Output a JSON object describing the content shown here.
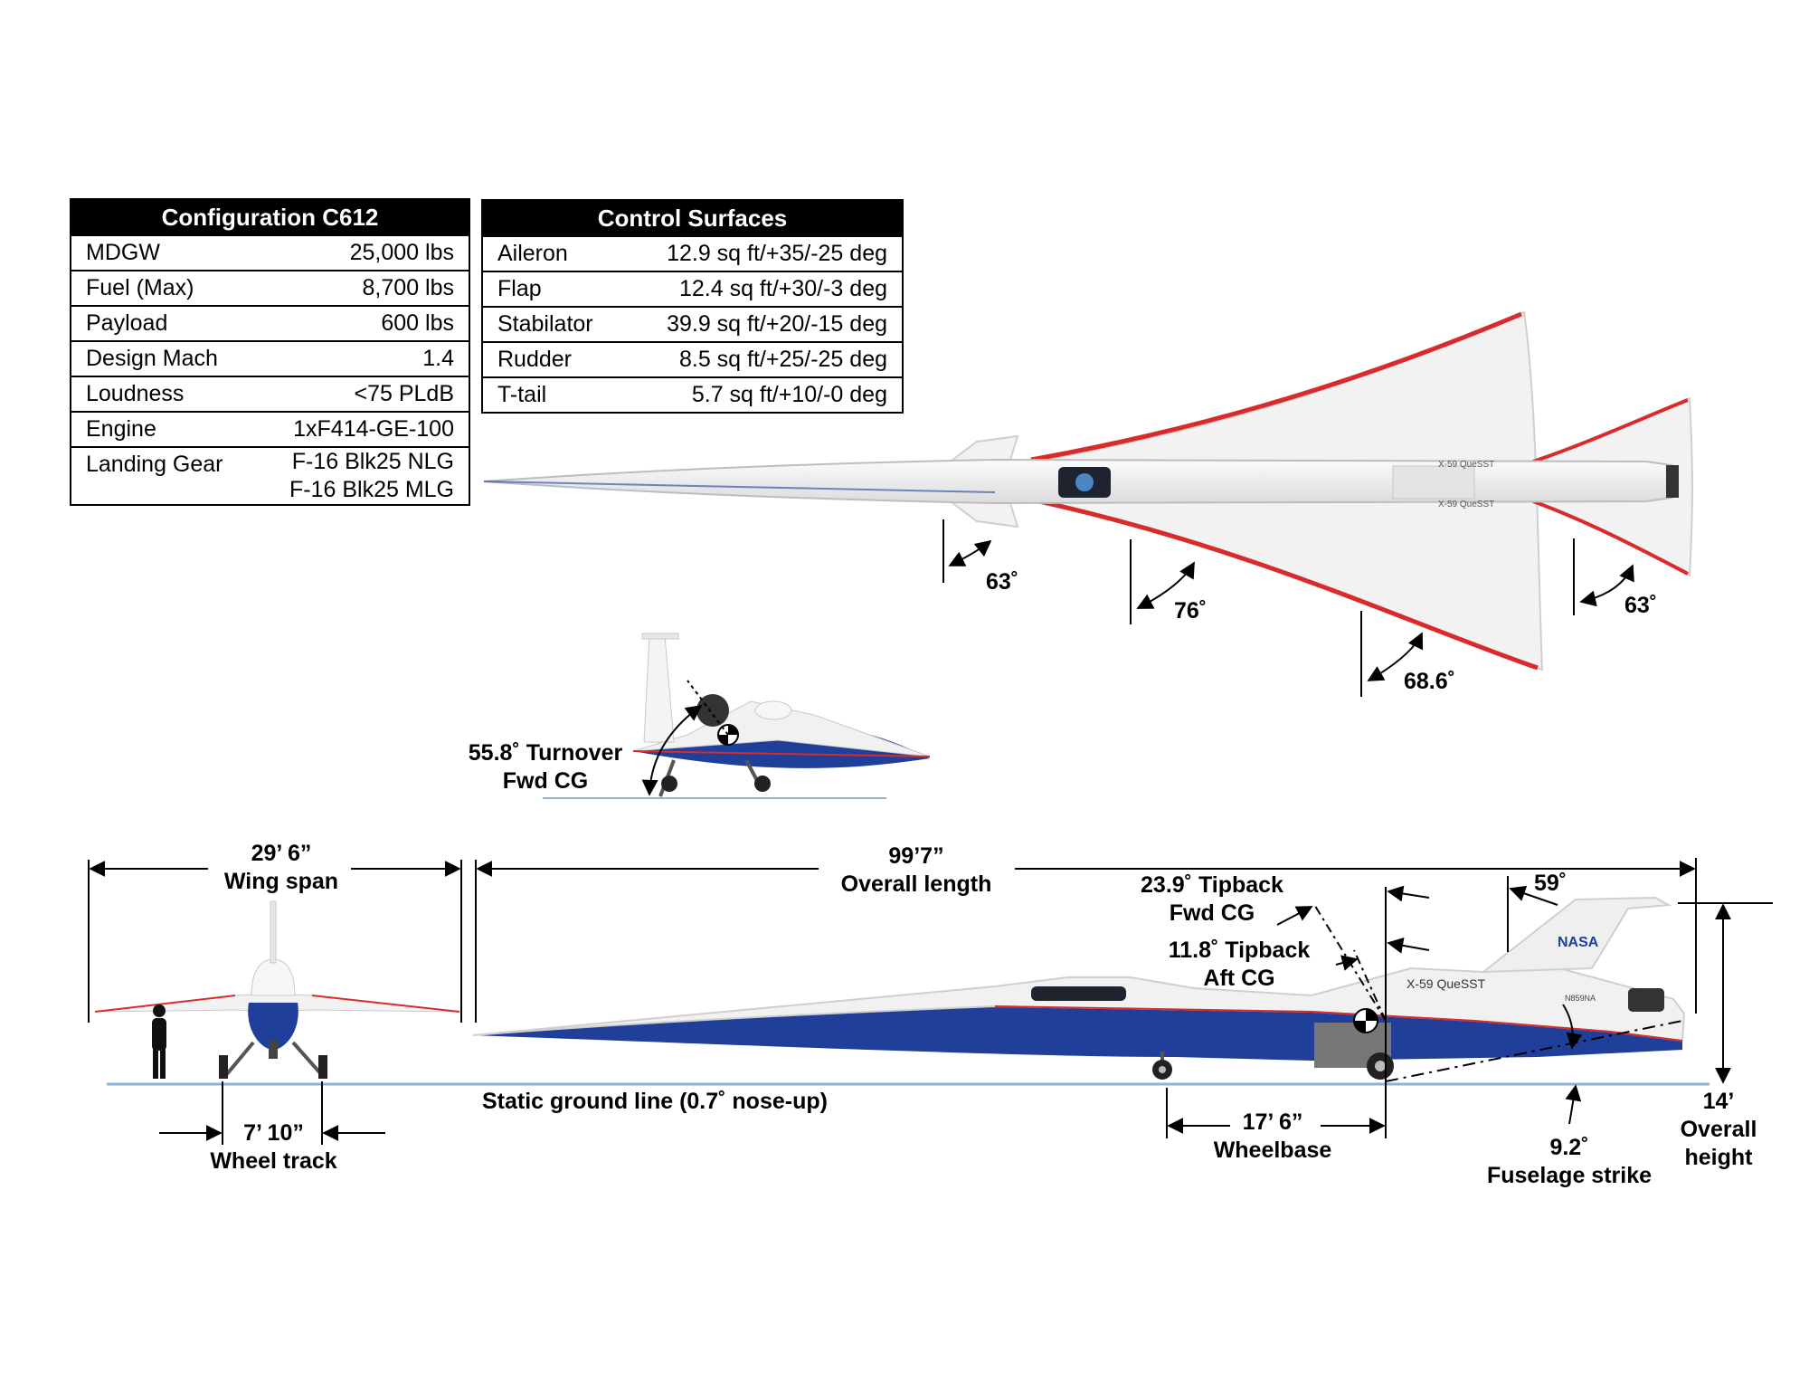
{
  "config_table": {
    "title": "Configuration C612",
    "rows": [
      {
        "label": "MDGW",
        "value": "25,000 lbs"
      },
      {
        "label": "Fuel (Max)",
        "value": "8,700 lbs"
      },
      {
        "label": "Payload",
        "value": "600 lbs"
      },
      {
        "label": "Design Mach",
        "value": "1.4"
      },
      {
        "label": "Loudness",
        "value": "<75 PLdB"
      },
      {
        "label": "Engine",
        "value": "1xF414-GE-100"
      }
    ],
    "gear_label": "Landing Gear",
    "gear_values": [
      "F-16 Blk25 NLG",
      "F-16 Blk25 MLG"
    ]
  },
  "control_table": {
    "title": "Control Surfaces",
    "rows": [
      {
        "label": "Aileron",
        "value": "12.9 sq ft/+35/-25 deg"
      },
      {
        "label": "Flap",
        "value": "12.4 sq ft/+30/-3 deg"
      },
      {
        "label": "Stabilator",
        "value": "39.9 sq ft/+20/-15 deg"
      },
      {
        "label": "Rudder",
        "value": "8.5 sq ft/+25/-25 deg"
      },
      {
        "label": "T-tail",
        "value": "5.7 sq ft/+10/-0 deg"
      }
    ]
  },
  "top_view": {
    "angles": [
      "63˚",
      "76˚",
      "68.6˚",
      "63˚"
    ],
    "fuselage_text": [
      "X-59 QueSST",
      "X-59 QueSST"
    ]
  },
  "turnover": {
    "line1": "55.8˚ Turnover",
    "line2": "Fwd CG"
  },
  "front_view": {
    "wingspan": {
      "value": "29’ 6”",
      "label": "Wing span"
    },
    "wheel_track": {
      "value": "7’ 10”",
      "label": "Wheel track"
    }
  },
  "side_view": {
    "overall_length": {
      "value": "99’7”",
      "label": "Overall length"
    },
    "tipback_fwd": {
      "line1": "23.9˚ Tipback",
      "line2": "Fwd CG"
    },
    "tipback_aft": {
      "line1": "11.8˚ Tipback",
      "line2": "Aft CG"
    },
    "tail_angle": "59˚",
    "ground_line": "Static ground line (0.7˚ nose-up)",
    "wheelbase": {
      "value": "17’ 6”",
      "label": "Wheelbase"
    },
    "fuselage_strike": {
      "value": "9.2˚",
      "label": "Fuselage strike"
    },
    "overall_height": {
      "value": "14’",
      "line2": "Overall",
      "line3": "height"
    },
    "fuselage_text": "X-59 QueSST",
    "tail_text": "NASA",
    "tail_number": "N859NA"
  },
  "colors": {
    "accent_red": "#d92b2b",
    "navy": "#1f3f9a",
    "ground": "#8fb1d6"
  }
}
